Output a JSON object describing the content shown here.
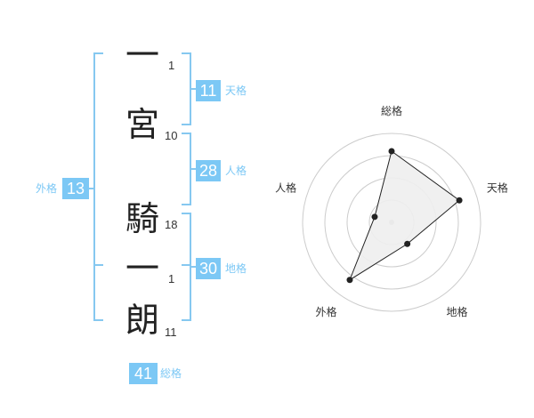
{
  "name_chars": [
    {
      "char": "一",
      "strokes": "1"
    },
    {
      "char": "宮",
      "strokes": "10"
    },
    {
      "char": "騎",
      "strokes": "18"
    },
    {
      "char": "一",
      "strokes": "1"
    },
    {
      "char": "朗",
      "strokes": "11"
    }
  ],
  "fortunes": {
    "tenkaku": {
      "value": "11",
      "label": "天格"
    },
    "jinkaku": {
      "value": "28",
      "label": "人格"
    },
    "chikaku": {
      "value": "30",
      "label": "地格"
    },
    "gaikaku": {
      "value": "13",
      "label": "外格"
    },
    "soukaku": {
      "value": "41",
      "label": "総格"
    }
  },
  "colors": {
    "accent": "#7cc8f5",
    "bracket": "#86c8f0",
    "text": "#222222",
    "radar_fill": "#eeeeee",
    "radar_line": "#222222",
    "ring": "#cccccc"
  },
  "chart_data": {
    "type": "radar",
    "axes": [
      "総格",
      "天格",
      "地格",
      "外格",
      "人格"
    ],
    "values": [
      4,
      4,
      1.5,
      4,
      1
    ],
    "max": 5,
    "rings": 4
  }
}
